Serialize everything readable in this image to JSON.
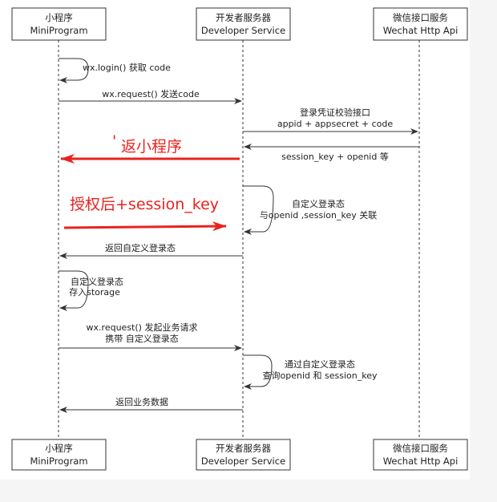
{
  "participants": [
    {
      "id": "mini",
      "name_cn": "小程序",
      "name_en": "MiniProgram"
    },
    {
      "id": "dev",
      "name_cn": "开发者服务器",
      "name_en": "Developer Service"
    },
    {
      "id": "wechat",
      "name_cn": "微信接口服务",
      "name_en": "Wechat Http Api"
    }
  ],
  "messages": [
    {
      "id": "wx-login",
      "lines": [
        "wx.login() 获取 code"
      ]
    },
    {
      "id": "wx-request-code",
      "lines": [
        "wx.request() 发送code"
      ]
    },
    {
      "id": "verify-api",
      "lines": [
        "登录凭证校验接口",
        "appid + appsecret + code"
      ]
    },
    {
      "id": "session-key-openid",
      "lines": [
        "session_key + openid 等"
      ]
    },
    {
      "id": "custom-login-state",
      "lines": [
        "自定义登录态",
        "与openid ,session_key 关联"
      ]
    },
    {
      "id": "return-login-state",
      "lines": [
        "返回自定义登录态"
      ]
    },
    {
      "id": "store-storage",
      "lines": [
        "自定义登录态",
        "存入storage"
      ]
    },
    {
      "id": "business-request",
      "lines": [
        "wx.request() 发起业务请求",
        "携带 自定义登录态"
      ]
    },
    {
      "id": "query-openid",
      "lines": [
        "通过自定义登录态",
        "查询openid 和 session_key"
      ]
    },
    {
      "id": "return-business-data",
      "lines": [
        "返回业务数据"
      ]
    }
  ],
  "annotations": [
    {
      "id": "return-mini",
      "text": "返小程序",
      "mark": "'"
    },
    {
      "id": "auth-session-key",
      "text": "授权后+session_key"
    }
  ],
  "colors": {
    "line": "#333333",
    "annotation": "#e8231e",
    "panel": "#ffffff",
    "background": "#f5f5f5"
  }
}
